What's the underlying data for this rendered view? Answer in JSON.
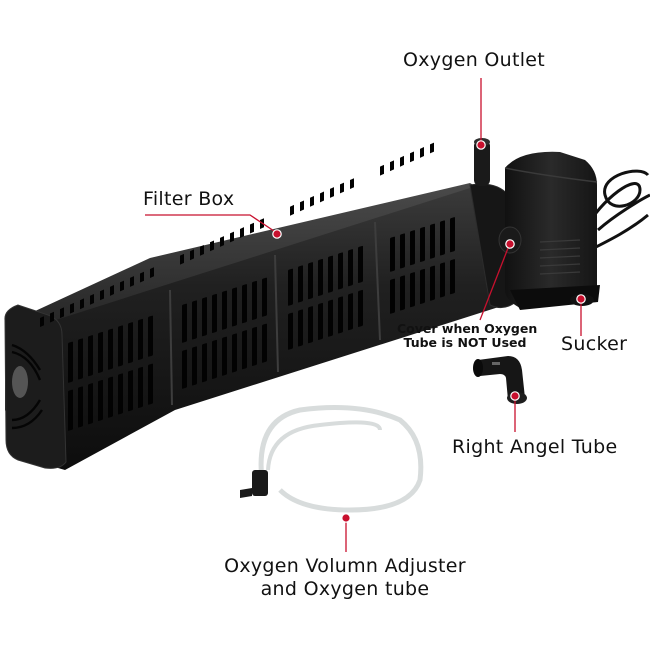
{
  "diagram": {
    "subject": "Aquarium internal filter pump",
    "background": "#ffffff",
    "accent_color": "#c8102e",
    "body_color": "#1a1a1a",
    "labels": [
      {
        "id": "oxygen_outlet",
        "text": "Oxygen Outlet"
      },
      {
        "id": "filter_box",
        "text": "Filter Box"
      },
      {
        "id": "cover_line1",
        "text": "Cover when Oxygen"
      },
      {
        "id": "cover_line2",
        "text": "Tube is NOT Used"
      },
      {
        "id": "sucker",
        "text": "Sucker"
      },
      {
        "id": "right_angel_tube",
        "text": "Right Angel Tube"
      },
      {
        "id": "oxygen_adjuster_line1",
        "text": "Oxygen Volumn Adjuster"
      },
      {
        "id": "oxygen_adjuster_line2",
        "text": "and Oxygen tube"
      }
    ]
  }
}
